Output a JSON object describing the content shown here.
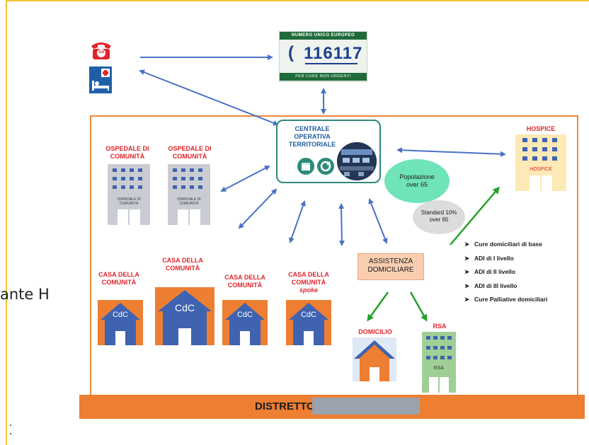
{
  "side_text": "ante H",
  "nue": {
    "top_label": "NUMERO UNICO EUROPEO",
    "number": "116117",
    "bottom_label": "PER CURE NON URGENTI"
  },
  "cot": {
    "label_line1": "CENTRALE",
    "label_line2": "OPERATIVA",
    "label_line3": "TERRITORIALE"
  },
  "emergency": {
    "badge": "118"
  },
  "ospedali": [
    {
      "title_line1": "OSPEDALE DI",
      "title_line2": "COMUNITÀ",
      "plate_line1": "OSPEDALE DI",
      "plate_line2": "COMUNITÀ"
    },
    {
      "title_line1": "OSPEDALE DI",
      "title_line2": "COMUNITÀ",
      "plate_line1": "OSPEDALE DI",
      "plate_line2": "COMUNITÀ"
    }
  ],
  "case": [
    {
      "title_line1": "CASA DELLA",
      "title_line2": "COMUNITÀ",
      "subtitle": "",
      "house_label": "CdC"
    },
    {
      "title_line1": "CASA DELLA",
      "title_line2": "COMUNITÀ",
      "subtitle": "",
      "house_label": "CdC"
    },
    {
      "title_line1": "CASA DELLA",
      "title_line2": "COMUNITÀ",
      "subtitle": "",
      "house_label": "CdC"
    },
    {
      "title_line1": "CASA DELLA",
      "title_line2": "COMUNITÀ",
      "subtitle": "spoke",
      "house_label": "CdC"
    }
  ],
  "hospice": {
    "title": "HOSPICE",
    "plate": "HOSPICE"
  },
  "popolazione": {
    "line1": "Popolazione",
    "line2": "over 65"
  },
  "standard": {
    "line1": "Standard 10%",
    "line2": "over 65"
  },
  "assistenza": {
    "line1": "ASSISTENZA",
    "line2": "DOMICILIARE"
  },
  "services": [
    "Cure domiciliari di base",
    "ADI di I livello",
    "ADI di II livello",
    "ADI di III livello",
    "Cure Palliative domiciliari"
  ],
  "domicilio": {
    "title": "DOMICILIO"
  },
  "rsa": {
    "title": "RSA",
    "plate": "RSA"
  },
  "distretto": {
    "label": "DISTRETTO"
  },
  "colors": {
    "orange": "#ee7e31",
    "blue_arrow": "#4a72c4",
    "green_arrow": "#23a02a",
    "title_red": "#e0242b",
    "cot_border": "#2e8a7a"
  }
}
